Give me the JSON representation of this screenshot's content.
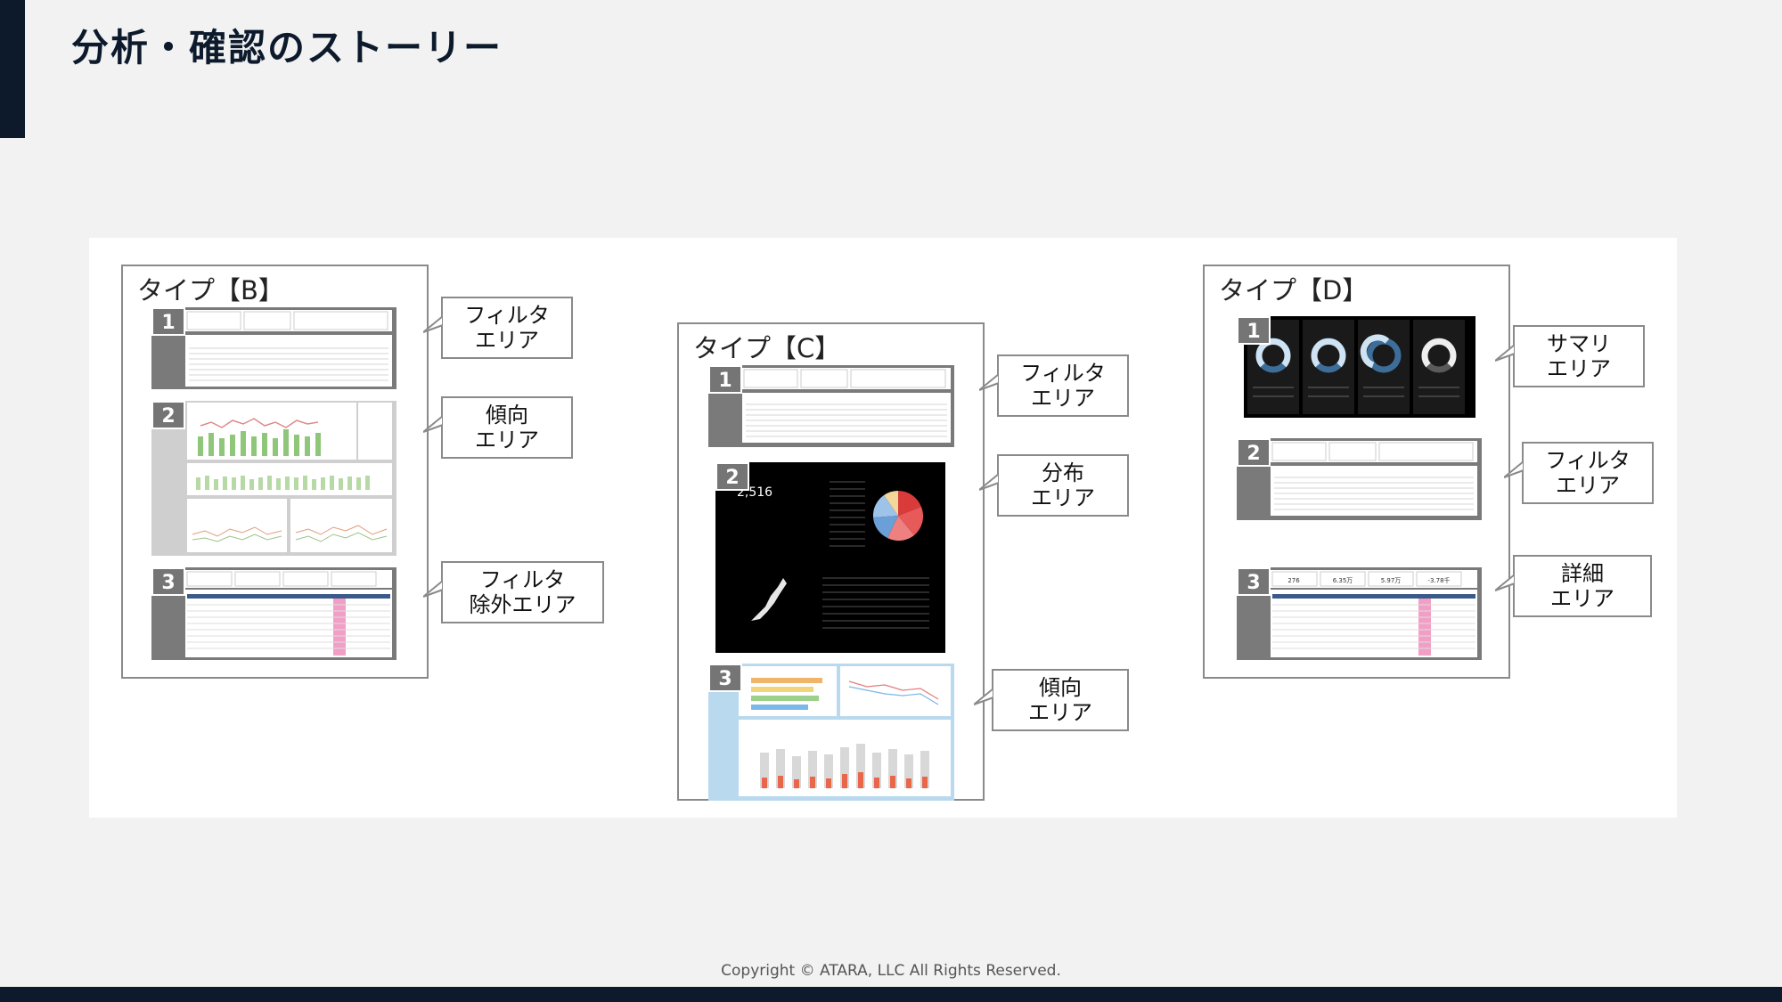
{
  "page": {
    "title": "分析・確認のストーリー",
    "copyright": "Copyright © ATARA, LLC All Rights Reserved."
  },
  "colors": {
    "accent": "#0c1a2c",
    "badge": "#757575",
    "border": "#8a8a8a"
  },
  "cards": {
    "b": {
      "title": "タイプ【B】",
      "sections": [
        {
          "number": "1",
          "callout": "フィルタ\nエリア"
        },
        {
          "number": "2",
          "callout": "傾向\nエリア"
        },
        {
          "number": "3",
          "callout": "フィルタ\n除外エリア"
        }
      ]
    },
    "c": {
      "title": "タイプ【C】",
      "sections": [
        {
          "number": "1",
          "callout": "フィルタ\nエリア"
        },
        {
          "number": "2",
          "callout": "分布\nエリア",
          "kpi_value": "2,516"
        },
        {
          "number": "3",
          "callout": "傾向\nエリア"
        }
      ]
    },
    "d": {
      "title": "タイプ【D】",
      "sections": [
        {
          "number": "1",
          "callout": "サマリ\nエリア"
        },
        {
          "number": "2",
          "callout": "フィルタ\nエリア"
        },
        {
          "number": "3",
          "callout": "詳細\nエリア"
        }
      ]
    }
  },
  "detail_kpis": [
    "276",
    "6.35万",
    "5.97万",
    "-3.78千"
  ]
}
